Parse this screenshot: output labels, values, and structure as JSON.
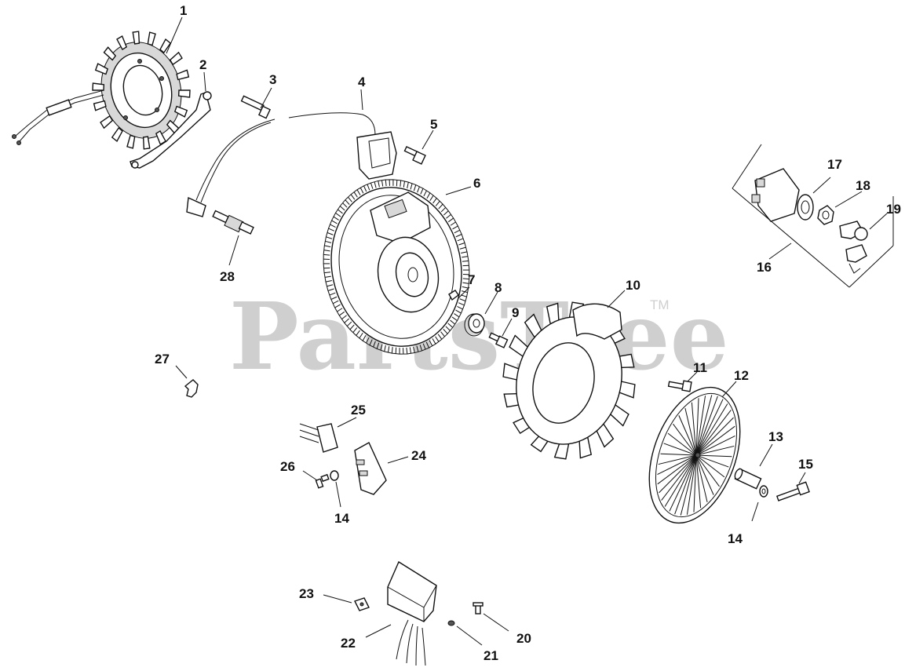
{
  "watermark": {
    "text": "PartsTree",
    "trademark": "TM"
  },
  "callouts": {
    "c1": "1",
    "c2": "2",
    "c3": "3",
    "c4": "4",
    "c5": "5",
    "c6": "6",
    "c7": "7",
    "c8": "8",
    "c9": "9",
    "c10": "10",
    "c11": "11",
    "c12": "12",
    "c13": "13",
    "c14a": "14",
    "c14b": "14",
    "c15": "15",
    "c16": "16",
    "c17": "17",
    "c18": "18",
    "c19": "19",
    "c20": "20",
    "c21": "21",
    "c22": "22",
    "c23": "23",
    "c24": "24",
    "c25": "25",
    "c26": "26",
    "c27": "27",
    "c28": "28"
  }
}
